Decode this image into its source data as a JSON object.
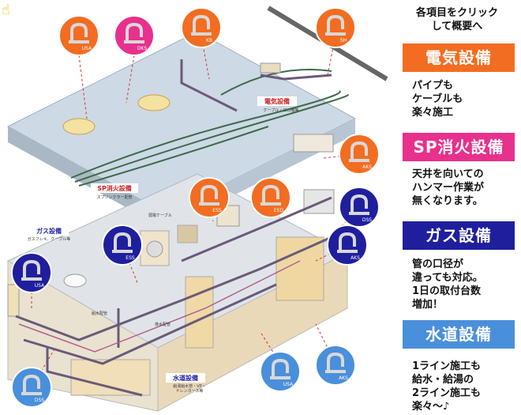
{
  "intro": "各項目をクリック\nして概要へ",
  "categories": [
    {
      "label": "電気設備",
      "color": "#f26d21",
      "desc": "パイプも\nケーブルも\n楽々施工"
    },
    {
      "label": "SP消火設備",
      "color": "#e8308d",
      "desc": "天井を向いての\nハンマー作業が\n無くなります。"
    },
    {
      "label": "ガス設備",
      "color": "#1f1f9e",
      "desc": "管の口径が\n違っても対応。\n1日の取付台数\n増加！"
    },
    {
      "label": "水道設備",
      "color": "#4a8fdb",
      "desc": "1ライン施工も\n給水・給湯の\n2ライン施工も\n楽々～♪"
    }
  ],
  "diagram": {
    "labels": {
      "electric": "電気設備",
      "electric_sub": "ケーブル・ロロ機等",
      "sp": "SP消火設備",
      "sp_sub": "スプリンクラー配管",
      "gas": "ガス設備",
      "gas_sub": "ガスフレキ、ケーブル等",
      "water": "水道設備",
      "water_sub": "給湯給水管・VP・\nドレンホース等",
      "weak_cable": "弱電ケーブル",
      "supply_pipe": "給水配管",
      "drain_pipe": "排水配管"
    },
    "products": [
      {
        "code": "USA",
        "cat": "electric"
      },
      {
        "code": "DKS",
        "cat": "sp"
      },
      {
        "code": "KB",
        "cat": "electric"
      },
      {
        "code": "SH",
        "cat": "electric"
      },
      {
        "code": "AKS",
        "cat": "electric"
      },
      {
        "code": "ESS",
        "cat": "electric"
      },
      {
        "code": "ESD",
        "cat": "electric"
      },
      {
        "code": "DSS",
        "cat": "gas"
      },
      {
        "code": "AKS",
        "cat": "gas"
      },
      {
        "code": "ESS",
        "cat": "gas"
      },
      {
        "code": "USA",
        "cat": "gas"
      },
      {
        "code": "USA",
        "cat": "water"
      },
      {
        "code": "AKS",
        "cat": "water"
      },
      {
        "code": "DSS",
        "cat": "water"
      }
    ]
  },
  "colors": {
    "floor_top": "#cfdbe6",
    "floor_bottom": "#d6dde3",
    "pipe": "#6a5a7a",
    "cable": "#3e6b4a"
  }
}
